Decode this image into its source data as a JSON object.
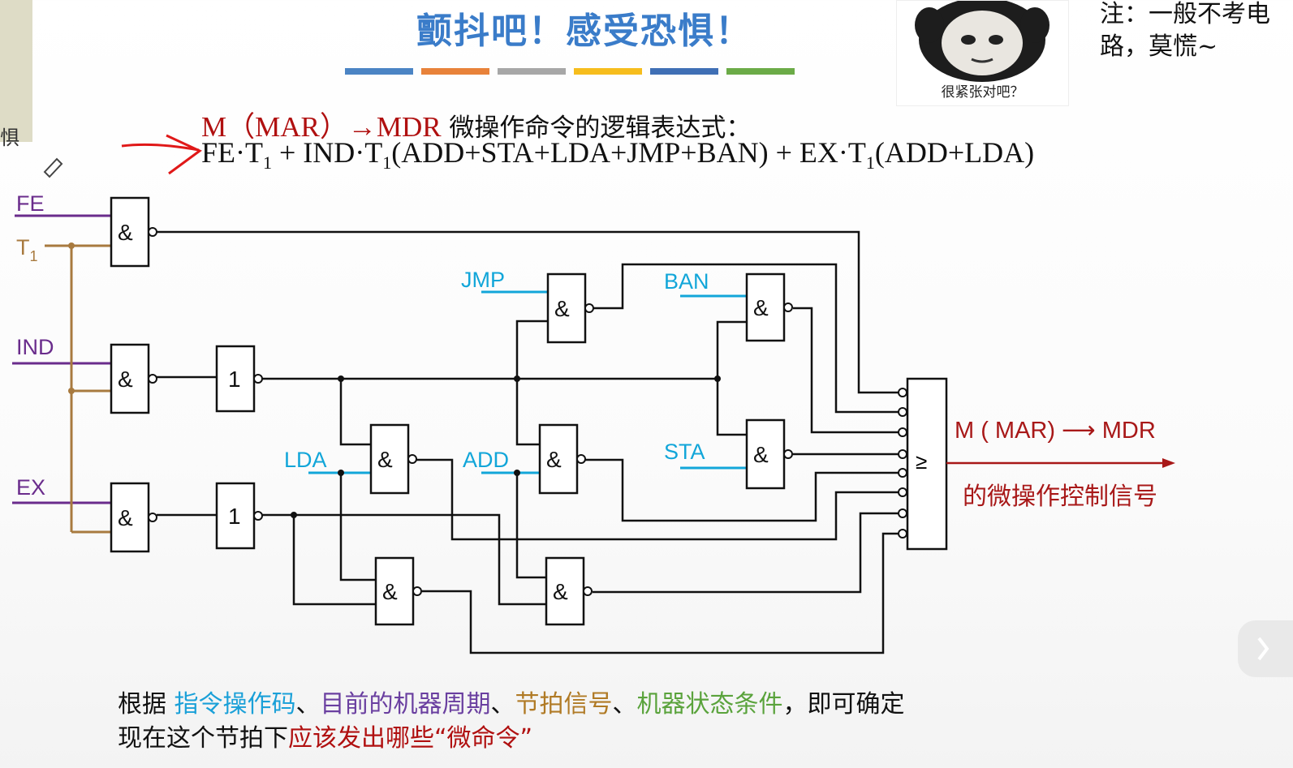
{
  "header": {
    "title": "颤抖吧！感受恐惧！",
    "title_color": "#3a7cc9",
    "color_bars": [
      "#4b84c4",
      "#e8823a",
      "#a7a7a7",
      "#f6bd1d",
      "#3f6fb5",
      "#6bab47"
    ]
  },
  "meme": {
    "caption": "很紧张对吧？"
  },
  "note": {
    "text": "注：一般不考电路，莫慌~"
  },
  "left_strip": {
    "text": "惧"
  },
  "expression": {
    "title_red": "M（MAR）→MDR",
    "title_black": "微操作命令的逻辑表达式：",
    "formula_part1": "FE·T",
    "sub1": "1",
    "formula_part2": " + IND·T",
    "sub2": "1",
    "formula_part3": "(ADD+STA+LDA+JMP+BAN) + EX·T",
    "sub3": "1",
    "formula_part4": "(ADD+LDA)"
  },
  "circuit": {
    "inputs": {
      "fe": "FE",
      "t1_main": "T",
      "t1_sub": "1",
      "ind": "IND",
      "ex": "EX",
      "jmp": "JMP",
      "ban": "BAN",
      "lda": "LDA",
      "add": "ADD",
      "sta": "STA"
    },
    "gate_and_symbol": "&",
    "gate_not_symbol": "1",
    "gate_or_symbol": "≥",
    "output_label": "M ( MAR)  ⟶  MDR",
    "output_sub_label": "的微操作控制信号",
    "colors": {
      "input_purple": "#6a2c8c",
      "input_brown": "#a87a3f",
      "input_cyan": "#12a6d9",
      "output_red": "#a81818"
    }
  },
  "footnote": {
    "line1_a": "根据 ",
    "line1_b": "指令操作码",
    "line1_c": "、",
    "line1_d": "目前的机器周期",
    "line1_e": "、",
    "line1_f": "节拍信号",
    "line1_g": "、",
    "line1_h": "机器状态条件",
    "line1_i": "，即可确定",
    "line2_a": "现在这个节拍下",
    "line2_b": "应该发出哪些“微命令”",
    "colors": {
      "opcode": "#1aa0d8",
      "cycle": "#6a3fa0",
      "beat": "#b07a25",
      "state": "#5aa33c",
      "emph": "#b01010"
    }
  }
}
